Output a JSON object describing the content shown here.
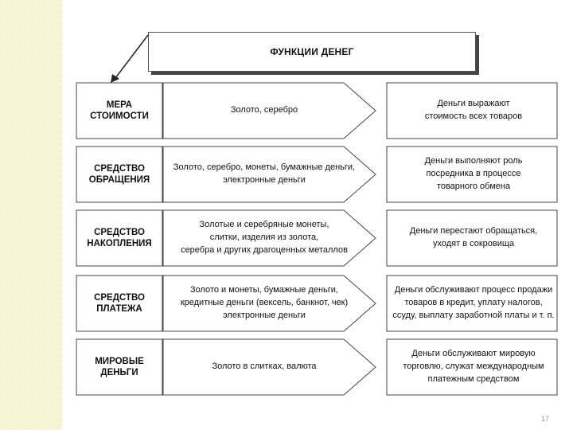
{
  "title": "ФУНКЦИИ ДЕНЕГ",
  "rows": [
    {
      "category": "МЕРА\nСТОИМОСТИ",
      "examples": "Золото, серебро",
      "description": "Деньги выражают\nстоимость всех товаров"
    },
    {
      "category": "СРЕДСТВО\nОБРАЩЕНИЯ",
      "examples": "Золото, серебро, монеты, бумажные деньги,\nэлектронные деньги",
      "description": "Деньги выполняют роль\nпосредника в процессе\nтоварного обмена"
    },
    {
      "category": "СРЕДСТВО\nНАКОПЛЕНИЯ",
      "examples": "Золотые и серебряные монеты,\nслитки, изделия из золота,\nсеребра и других драгоценных металлов",
      "description": "Деньги перестают обращаться,\nуходят в сокровища"
    },
    {
      "category": "СРЕДСТВО\nПЛАТЕЖА",
      "examples": "Золото и монеты, бумажные деньги,\nкредитные деньги (вексель, банкнот, чек)\nэлектронные деньги",
      "description": "Деньги обслуживают процесс продажи\nтоваров в кредит, уплату налогов,\nссуду, выплату заработной платы и т. п."
    },
    {
      "category": "МИРОВЫЕ\nДЕНЬГИ",
      "examples": "Золото в слитках, валюта",
      "description": "Деньги обслуживают мировую\nторговлю, служат международным\nплатежным средством"
    }
  ],
  "page_number": "17"
}
